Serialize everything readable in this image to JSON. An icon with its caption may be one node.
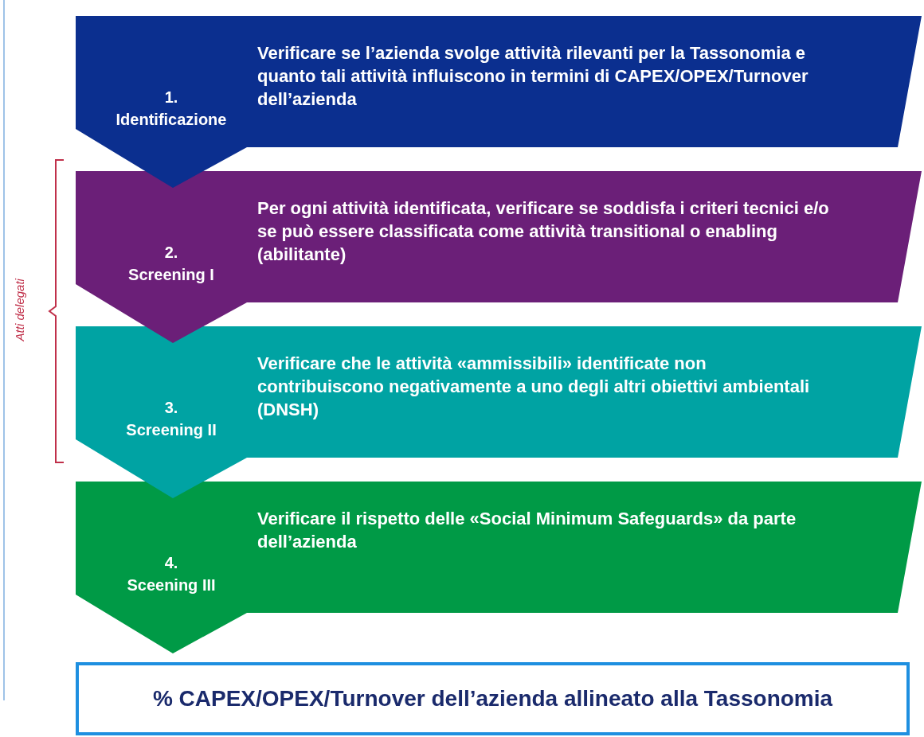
{
  "diagram": {
    "nodes": [
      {
        "text": [
          "1.",
          "Identificazione",
          "Verificare se l’azienda svolge attività rilevanti per la Tassonomia e quanto tali attività influiscono in termini di CAPEX/OPEX/Turnover dell’azienda"
        ]
      },
      {
        "text": [
          "2.",
          "Screening I",
          "Per ogni attività identificata, verificare se soddisfa i criteri tecnici e/o se può essere classificata come attività transitional o enabling (abilitante)"
        ]
      },
      {
        "text": [
          "3.",
          "Screening II",
          "Verificare che le attività «ammissibili» identificate non contribuiscono negativamente a uno degli altri obiettivi ambientali (DNSH)"
        ]
      },
      {
        "text": [
          "4.",
          "Sceening III",
          "Verificare il rispetto delle «Social Minimum Safeguards» da parte dell’azienda"
        ]
      },
      {
        "text": [
          "% CAPEX/OPEX/Turnover dell’azienda allineato alla Tassonomia"
        ]
      }
    ],
    "labels": [
      "Atti delegati"
    ]
  }
}
